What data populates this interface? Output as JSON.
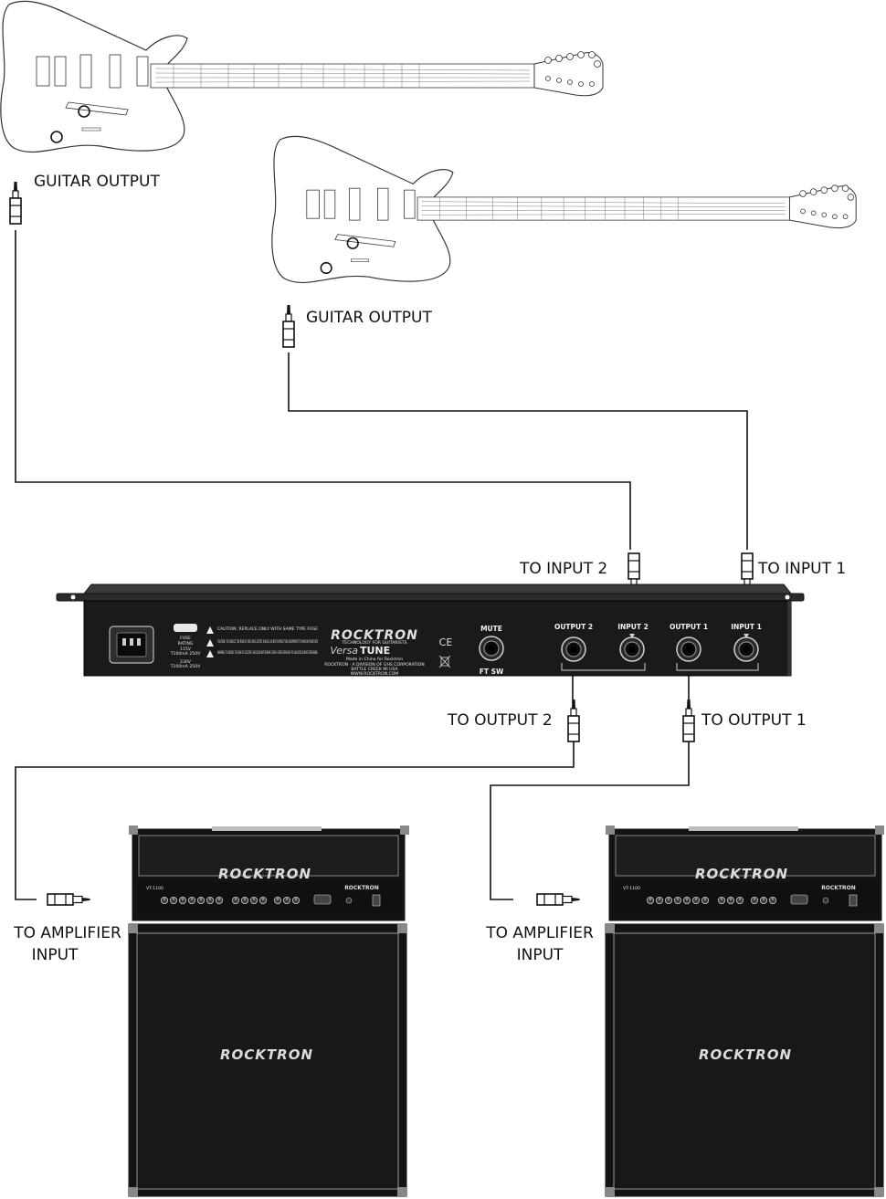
{
  "labels": {
    "guitar1_output": "GUITAR OUTPUT",
    "guitar2_output": "GUITAR OUTPUT",
    "to_input_2": "TO INPUT 2",
    "to_input_1": "TO INPUT 1",
    "to_output_2": "TO OUTPUT 2",
    "to_output_1": "TO OUTPUT 1",
    "amp1_input_line1": "TO AMPLIFIER",
    "amp1_input_line2": "INPUT",
    "amp2_input_line1": "TO AMPLIFIER",
    "amp2_input_line2": "INPUT"
  },
  "rack": {
    "brand": "ROCKTRON",
    "brand_tagline": "TECHNOLOGY FOR GUITARISTS",
    "model_prefix": "Versa",
    "model_suffix": "TUNE",
    "made_in": "Made in China for Rocktron",
    "company_line": "ROCKTRON · A DIVISION OF GHS CORPORATION",
    "address_line": "BATTLE CREEK MI USA",
    "website": "WWW.ROCKTRON.COM",
    "ce_mark": "CE",
    "fuse_label": "FUSE",
    "fuse_rating": "RATING",
    "fuse_115": "115V",
    "fuse_115_spec": "T160mA 250V",
    "fuse_230": "230V",
    "fuse_230_spec": "T100mA 250V",
    "caution1": "CAUTION: REPLACE ONLY WITH SAME TYPE FUSE",
    "caution2": "CAUTION: TO REDUCE THE RISK OF FIRE OR ELECTRIC SHOCK, DO NOT EXPOSE THIS EQUIPMENT TO RAIN OR MOISTURE",
    "warning": "WARNING: TO REDUCE THE RISK OF ELECTRIC SHOCK DO NOT REMOVE COVER. REFER SERVICING TO QUALIFIED SERVICE PERSONNEL",
    "mute": "MUTE",
    "ft_sw": "FT SW",
    "output2": "OUTPUT 2",
    "input2": "INPUT 2",
    "output1": "OUTPUT 1",
    "input1": "INPUT 1"
  },
  "amps": [
    {
      "head_brand": "ROCKTRON",
      "head_model": "VT-1100",
      "cab_brand": "ROCKTRON"
    },
    {
      "head_brand": "ROCKTRON",
      "head_model": "VT-1100",
      "cab_brand": "ROCKTRON"
    }
  ],
  "colors": {
    "cable": "#111111",
    "rack_body": "#1a1a1a",
    "amp_body": "#141414",
    "logo": "#d9d9d9"
  },
  "icons": [
    "guitar-icon",
    "quarter-inch-plug-icon",
    "jack-icon",
    "iec-power-inlet-icon",
    "warning-triangle-icon",
    "weee-bin-icon"
  ]
}
